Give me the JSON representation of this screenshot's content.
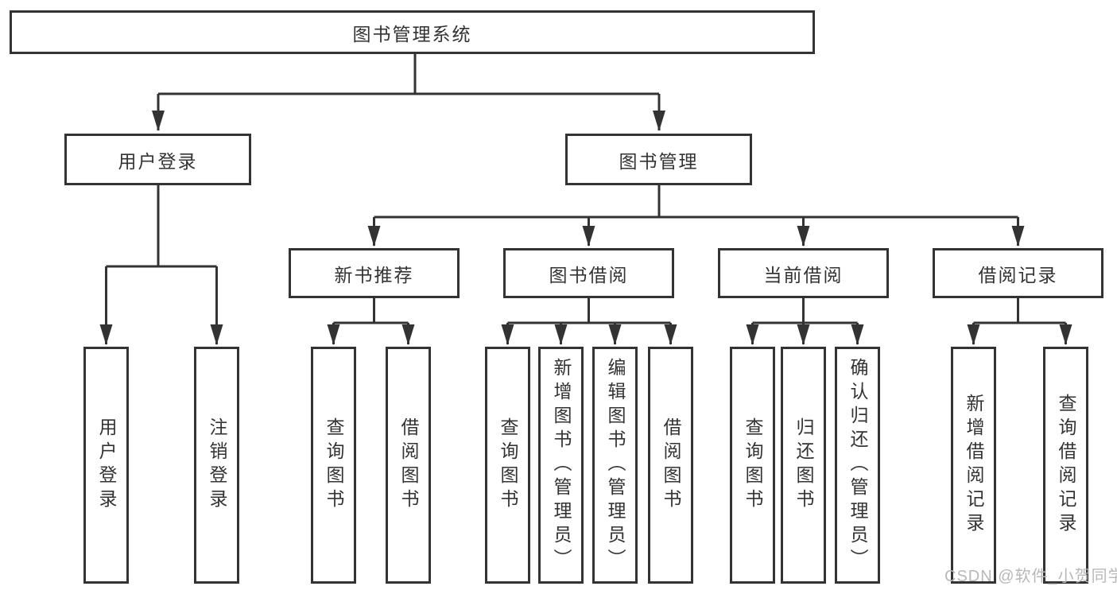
{
  "diagram": {
    "type": "hierarchy-tree",
    "title": "图书管理系统",
    "colors": {
      "line": "#333333",
      "text": "#333333",
      "node_background": "#ffffff",
      "page_background": "#ffffff",
      "watermark_text": "#b8b8b8"
    },
    "tree": {
      "label": "图书管理系统",
      "children": [
        {
          "label": "用户登录",
          "children": [
            {
              "label": "用户登录"
            },
            {
              "label": "注销登录"
            }
          ]
        },
        {
          "label": "图书管理",
          "children": [
            {
              "label": "新书推荐",
              "children": [
                {
                  "label": "查询图书"
                },
                {
                  "label": "借阅图书"
                }
              ]
            },
            {
              "label": "图书借阅",
              "children": [
                {
                  "label": "查询图书"
                },
                {
                  "label": "新增图书（管理员）"
                },
                {
                  "label": "编辑图书（管理员）"
                },
                {
                  "label": "借阅图书"
                }
              ]
            },
            {
              "label": "当前借阅",
              "children": [
                {
                  "label": "查询图书"
                },
                {
                  "label": "归还图书"
                },
                {
                  "label": "确认归还（管理员）"
                }
              ]
            },
            {
              "label": "借阅记录",
              "children": [
                {
                  "label": "新增借阅记录"
                },
                {
                  "label": "查询借阅记录"
                }
              ]
            }
          ]
        }
      ]
    },
    "watermark": "CSDN @软件_小贺同学"
  }
}
